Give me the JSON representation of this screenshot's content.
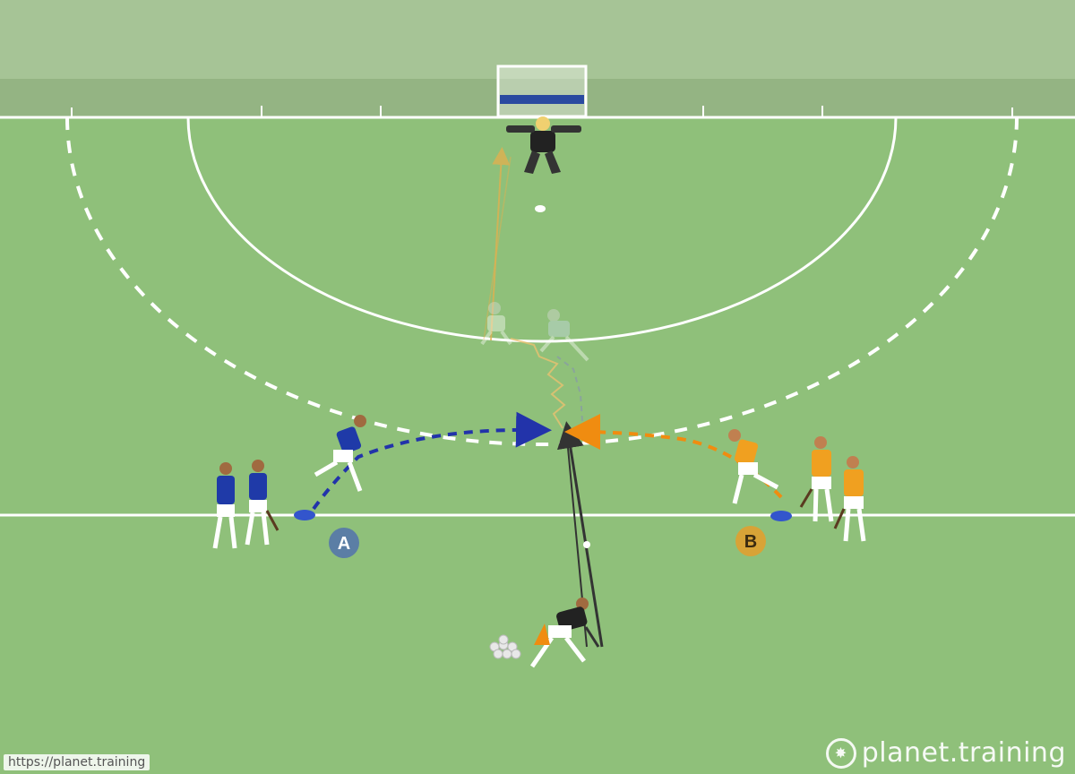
{
  "pitch": {
    "grass_color": "#8fc07a",
    "stand_color": "#9fbf8c",
    "line_color": "#ffffff"
  },
  "groups": [
    {
      "id": "A",
      "label": "A",
      "color": "#5577aa",
      "kit": "blue"
    },
    {
      "id": "B",
      "label": "B",
      "color": "#e0a030",
      "kit": "orange"
    }
  ],
  "paths": {
    "blue_run": {
      "color": "#2233aa",
      "style": "dashed"
    },
    "orange_run": {
      "color": "#f08c10",
      "style": "dashed"
    },
    "pass": {
      "color": "#333333",
      "style": "solid"
    },
    "shot": {
      "color": "#e0b050",
      "style": "solid"
    }
  },
  "footer": {
    "url": "https://planet.training",
    "brand": "planet.training"
  }
}
